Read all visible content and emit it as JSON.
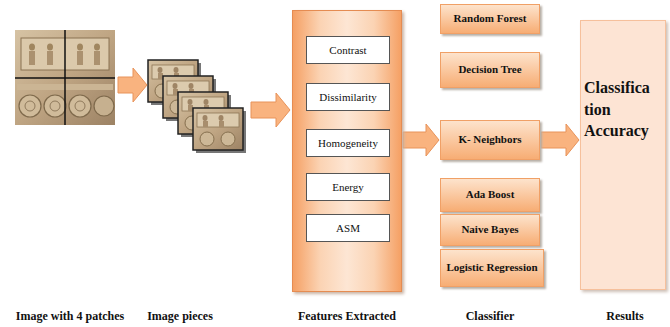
{
  "diagram": {
    "nodes": [
      {
        "text": []
      },
      {
        "text": [
          "Contrast"
        ],
        "in": 0
      },
      {
        "text": [
          "Dissimilarity"
        ],
        "in": 0
      },
      {
        "text": [
          "Homogeneity"
        ],
        "in": 0
      },
      {
        "text": [
          "Energy"
        ],
        "in": 0
      },
      {
        "text": [
          "ASM"
        ],
        "in": 0
      },
      {
        "text": [
          "Random Forest"
        ]
      },
      {
        "text": [
          "Decision Tree"
        ]
      },
      {
        "text": [
          "K- Neighbors"
        ]
      },
      {
        "text": [
          "Ada Boost"
        ]
      },
      {
        "text": [
          "Naive Bayes"
        ]
      },
      {
        "text": [
          "Logistic Regression"
        ]
      },
      {
        "text": [
          "Classifica tion Accuracy"
        ]
      }
    ],
    "edges": [
      {
        "from": 0,
        "to": 8,
        "arrow": "to"
      },
      {
        "from": 8,
        "to": 12,
        "arrow": "to"
      }
    ],
    "labels": [
      "Image with 4 patches",
      "Image pieces",
      "Features Extracted",
      "Classifier",
      "Results"
    ]
  }
}
